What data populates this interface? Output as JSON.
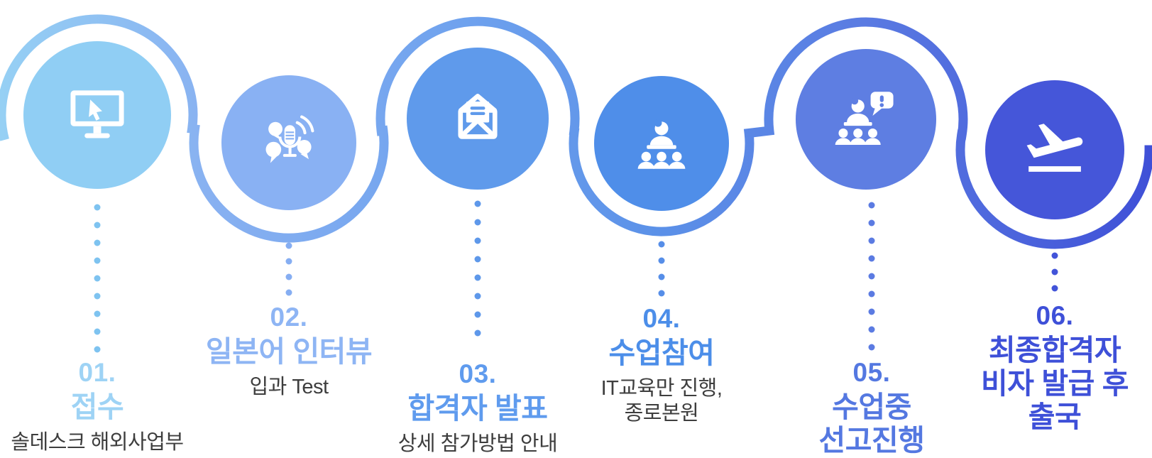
{
  "diagram": {
    "type": "process-flow",
    "steps": [
      {
        "number": "01.",
        "title": "접수",
        "subtitle": "솔데스크 해외사업부",
        "icon": "monitor-cursor-icon",
        "circle_color": "#90CEF4",
        "text_color": "#9ED3F5",
        "dot_color": "#7EC3F0"
      },
      {
        "number": "02.",
        "title": "일본어 인터뷰",
        "subtitle": "입과 Test",
        "icon": "interview-microphone-icon",
        "circle_color": "#89B1F3",
        "text_color": "#8EB5F4",
        "dot_color": "#86AEF2"
      },
      {
        "number": "03.",
        "title": "합격자 발표",
        "subtitle": "상세 참가방법 안내",
        "icon": "envelope-letter-icon",
        "circle_color": "#5F9AEB",
        "text_color": "#5F9BEE",
        "dot_color": "#5E98EA"
      },
      {
        "number": "04.",
        "title": "수업참여",
        "subtitle": "IT교육만 진행,\n종로본원",
        "icon": "classroom-presentation-icon",
        "circle_color": "#4F8EE9",
        "text_color": "#4C8EE9",
        "dot_color": "#568EE8"
      },
      {
        "number": "05.",
        "title": "수업중\n선고진행",
        "subtitle": "",
        "icon": "classroom-alert-icon",
        "circle_color": "#5E7EE2",
        "text_color": "#5478E1",
        "dot_color": "#5B7BE2"
      },
      {
        "number": "06.",
        "title": "최종합격자\n비자 발급 후\n출국",
        "subtitle": "",
        "icon": "airplane-takeoff-icon",
        "circle_color": "#4556D9",
        "text_color": "#3E50D8",
        "dot_color": "#4254D9"
      }
    ],
    "subtitle_color": "#3E3E3E",
    "connector_gradient": [
      "#96D0F4",
      "#88B1F1",
      "#6FA2EE",
      "#5B91E8",
      "#5A7BE2",
      "#3F50D7"
    ]
  }
}
